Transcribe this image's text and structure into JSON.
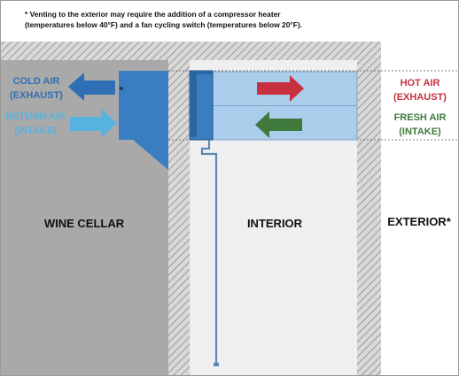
{
  "note": {
    "line1": "* Venting to the exterior may require the addition of a compressor heater",
    "line2": "(temperatures below 40°F) and a fan cycling switch (temperatures below 20°F)."
  },
  "labels": {
    "cold_air": {
      "line1": "COLD AIR",
      "line2": "(EXHAUST)"
    },
    "return_air": {
      "line1": "RETURN AIR",
      "line2": "(INTAKE)"
    },
    "hot_air": {
      "line1": "HOT AIR",
      "line2": "(EXHAUST)"
    },
    "fresh_air": {
      "line1": "FRESH AIR",
      "line2": "(INTAKE)"
    }
  },
  "rooms": {
    "wine_cellar": "WINE CELLAR",
    "interior": "INTERIOR",
    "exterior": "EXTERIOR*"
  },
  "colors": {
    "cellar_fill": "#a9a9a9",
    "interior_fill": "#efefef",
    "duct_fill": "#a9cdea",
    "unit_blue": "#3a7dc0",
    "cold_arrow": "#2f6fb5",
    "return_arrow": "#58b2e0",
    "hot_arrow": "#c8303f",
    "fresh_arrow": "#3f7a3c",
    "cold_label": "#2f6fb5",
    "return_label": "#58b2e0",
    "hot_label": "#c8303f",
    "fresh_label": "#3f7a3c"
  }
}
